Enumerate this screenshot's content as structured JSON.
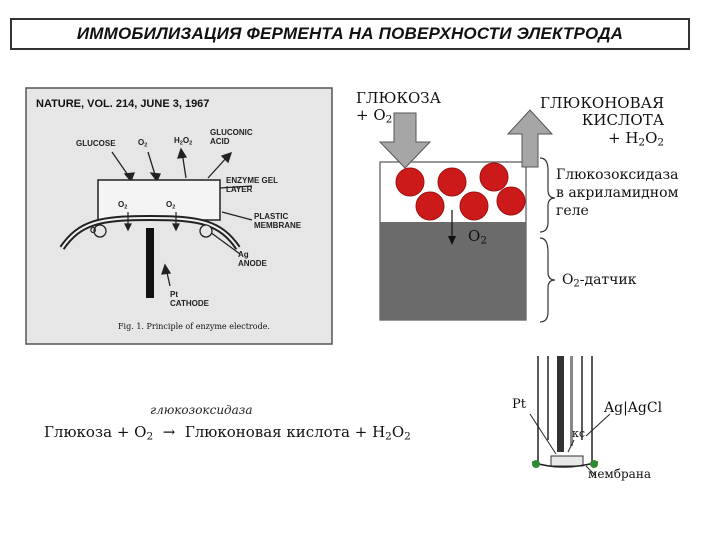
{
  "title": "ИММОБИЛИЗАЦИЯ ФЕРМЕНТА НА ПОВЕРХНОСТИ ЭЛЕКТРОДА",
  "nature_figure": {
    "header": "NATURE, VOL. 214, JUNE 3, 1967",
    "glucose": "GLUCOSE",
    "o2": "O",
    "h2o2": "H",
    "gluconic_1": "GLUCONIC",
    "gluconic_2": "ACID",
    "enzyme_1": "ENZYME GEL",
    "enzyme_2": "LAYER",
    "plastic_1": "PLASTIC",
    "plastic_2": "MEMBRANE",
    "ag_1": "Ag",
    "ag_2": "ANODE",
    "pt_1": "Pt",
    "pt_2": "CATHODE",
    "caption": "Fig. 1. Principle of enzyme electrode."
  },
  "sensor_labels": {
    "glucose_in_1": "ГЛЮКОЗА",
    "glucose_in_2": "+ O",
    "gluconic_out_1": "ГЛЮКОНОВАЯ",
    "gluconic_out_2": "КИСЛОТА",
    "gluconic_out_3": "+ H",
    "gel_1": "Глюкозоксидаза",
    "gel_2": "в акриламидном",
    "gel_3": "геле",
    "o2_inside": "O",
    "sensor": "O",
    "sensor_suffix": "-датчик"
  },
  "reaction": {
    "enzyme": "глюкозоксидаза",
    "left": "Глюкоза + O",
    "arrow": "→",
    "right": "Глюконовая кислота + H"
  },
  "electrode": {
    "pt": "Pt",
    "agagcl": "Ag|AgCl",
    "kcl": "кс",
    "membrane": "мембрана"
  },
  "colors": {
    "enzyme_red": "#cc1a1a",
    "sensor_gray": "#6b6b6b",
    "arrow_gray": "#9a9a9a",
    "bead_green": "#2e8b2e"
  }
}
